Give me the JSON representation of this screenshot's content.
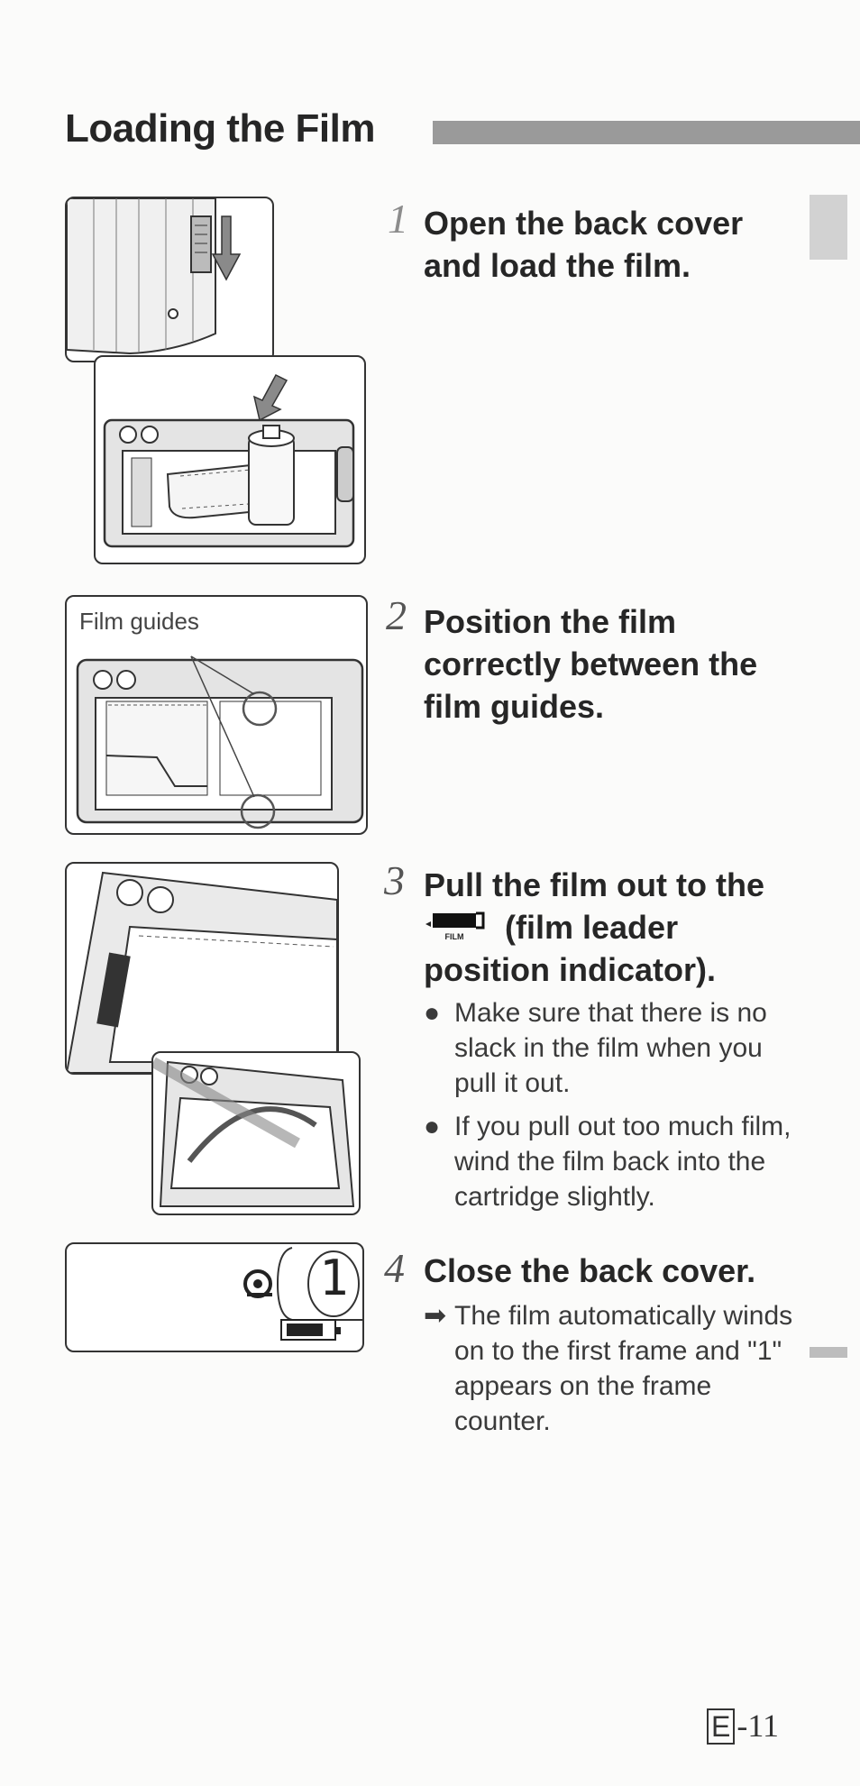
{
  "section": {
    "title": "Loading the Film"
  },
  "steps": [
    {
      "number": "1",
      "heading": "Open the back cover and load the film."
    },
    {
      "number": "2",
      "heading": "Position the film correctly between the film guides.",
      "figure_label": "Film guides"
    },
    {
      "number": "3",
      "heading_before": "Pull the film out to the",
      "heading_after": "(film leader position indicator).",
      "indicator_label": "FILM",
      "notes": [
        "Make sure that there is no slack in the film when you pull it out.",
        "If you pull out too much film, wind the film back into the cartridge slightly."
      ]
    },
    {
      "number": "4",
      "heading": "Close the back cover.",
      "result_note": "The film automatically winds on to the first frame and \"1\" appears on the frame counter.",
      "counter_value": "1"
    }
  ],
  "icons": {
    "bullet": "●",
    "result_arrow": "➡"
  },
  "page_number": {
    "prefix": "E",
    "number": "-11"
  }
}
